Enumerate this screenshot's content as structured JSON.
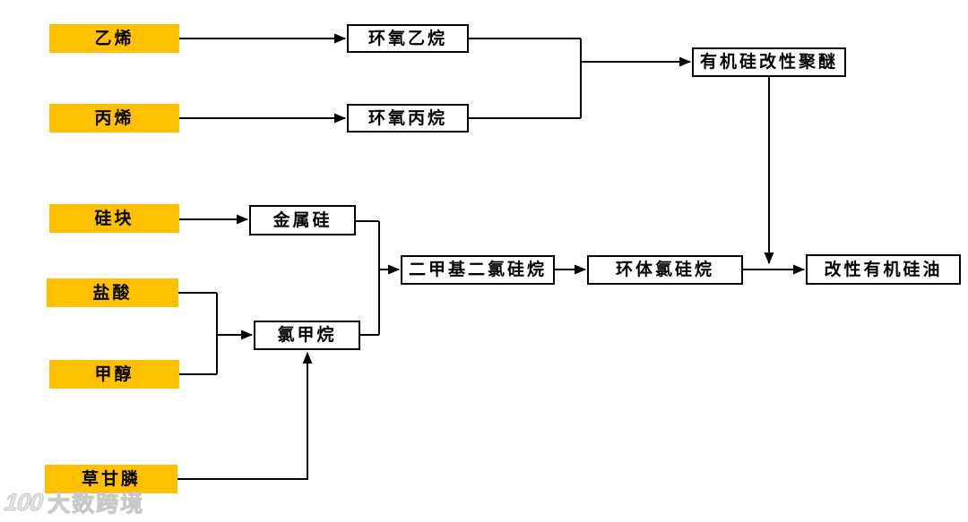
{
  "diagram": {
    "type": "process-flow",
    "topic": "organosilicon / silicone industry chain flowchart",
    "nodes": {
      "ethylene": "乙烯",
      "propylene": "丙烯",
      "silicon_block": "硅块",
      "hydrochloric_acid": "盐酸",
      "methanol": "甲醇",
      "glyphosate": "草甘膦",
      "ethylene_oxide": "环氧乙烷",
      "propylene_oxide": "环氧丙烷",
      "silicone_modified_polyether": "有机硅改性聚醚",
      "silicon_metal": "金属硅",
      "chloromethane": "氯甲烷",
      "dimethyldichlorosilane": "二甲基二氯硅烷",
      "cyclic_chlorosilane": "环体氯硅烷",
      "modified_silicone_oil": "改性有机硅油"
    },
    "edges": [
      {
        "from": "乙烯",
        "to": "环氧乙烷"
      },
      {
        "from": "丙烯",
        "to": "环氧丙烷"
      },
      {
        "from": "环氧乙烷",
        "to": "有机硅改性聚醚"
      },
      {
        "from": "环氧丙烷",
        "to": "有机硅改性聚醚"
      },
      {
        "from": "有机硅改性聚醚",
        "to": "改性有机硅油"
      },
      {
        "from": "硅块",
        "to": "金属硅"
      },
      {
        "from": "金属硅",
        "to": "二甲基二氯硅烷"
      },
      {
        "from": "盐酸",
        "to": "氯甲烷"
      },
      {
        "from": "甲醇",
        "to": "氯甲烷"
      },
      {
        "from": "草甘膦",
        "to": "氯甲烷"
      },
      {
        "from": "氯甲烷",
        "to": "二甲基二氯硅烷"
      },
      {
        "from": "二甲基二氯硅烷",
        "to": "环体氯硅烷"
      },
      {
        "from": "环体氯硅烷",
        "to": "改性有机硅油"
      }
    ]
  },
  "colors": {
    "feedstock_fill": "#FFC000",
    "box_border": "#000000",
    "line": "#000000",
    "background": "#FFFFFF",
    "watermark": "#D2D2D2"
  },
  "watermark": {
    "logo": "100",
    "text": "大数跨境"
  }
}
